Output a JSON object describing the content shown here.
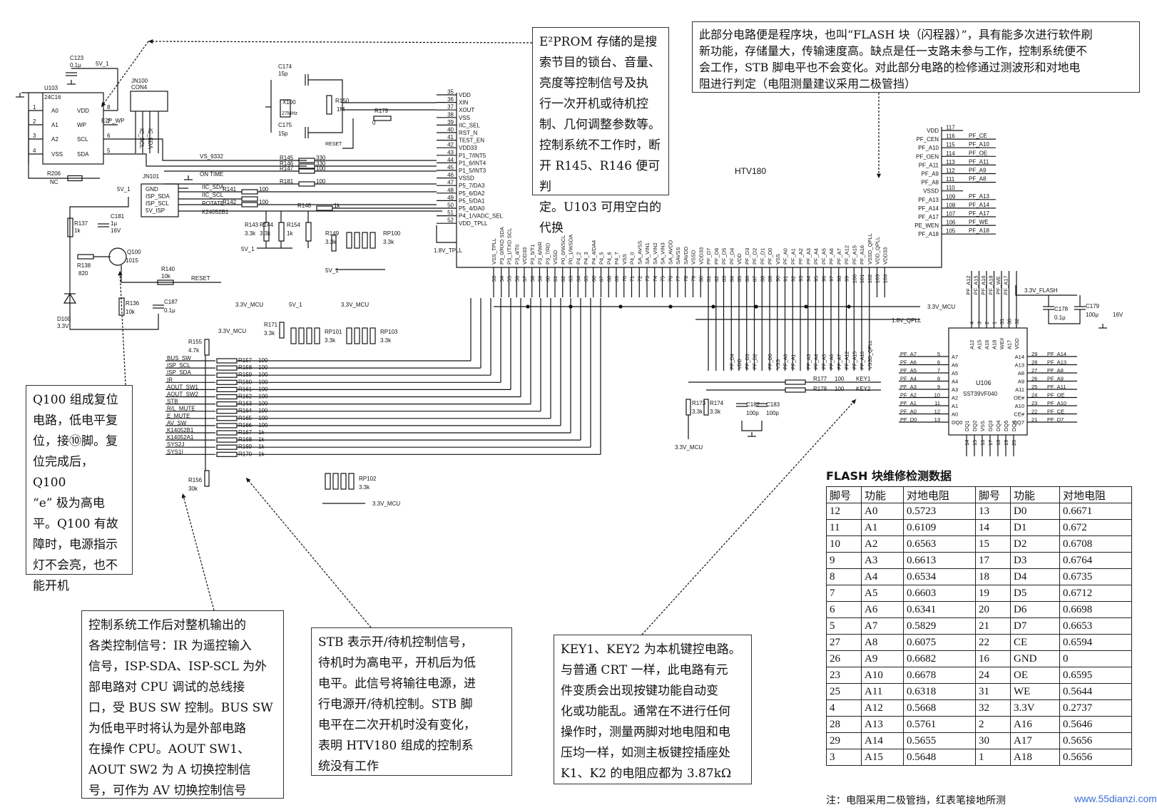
{
  "chip_title": "HTV180",
  "components": {
    "u103": {
      "ref": "U103",
      "part": "24C16",
      "pins": [
        "A0",
        "A1",
        "A2",
        "VSS",
        "VDD",
        "WP",
        "SCL",
        "SDA"
      ],
      "pin_numbers": [
        "1",
        "2",
        "3",
        "4",
        "8",
        "7",
        "6",
        "5"
      ]
    },
    "c123": {
      "ref": "C123",
      "value": "0.1μ"
    },
    "v5_1": "5V_1",
    "e2p_wp": "E2P_WP",
    "jn100": {
      "ref": "JN100",
      "part": "CON4",
      "labels": [
        "IC_SCL",
        "IC_SDA"
      ]
    },
    "jn101": {
      "ref": "JN101",
      "labels": [
        "GND",
        "ISP_SDA",
        "ISP_SCL",
        "5V_ISP"
      ]
    },
    "r206": {
      "ref": "R206",
      "value": "NC"
    },
    "x100": {
      "ref": "X100",
      "value": "27MHz"
    },
    "c174": {
      "ref": "C174",
      "value": "15p"
    },
    "c175": {
      "ref": "C175",
      "value": "15p"
    },
    "r150": {
      "ref": "R150",
      "value": "1M"
    },
    "r179": {
      "ref": "R179",
      "value": "0"
    },
    "reset": "RESET",
    "left_nets": [
      "VS_9332",
      "ON TIME",
      "IIC_SDA",
      "IIC_SCL",
      "ROTATE",
      "K24052B1"
    ],
    "left_resistors": [
      {
        "ref": "R145",
        "value": "330"
      },
      {
        "ref": "R146",
        "value": "330"
      },
      {
        "ref": "R147",
        "value": "100"
      },
      {
        "ref": "R181",
        "value": "100"
      },
      {
        "ref": "R141",
        "value": "100"
      },
      {
        "ref": "R142",
        "value": "100"
      },
      {
        "ref": "R148",
        "value": "1k"
      }
    ],
    "r143": {
      "ref": "R143",
      "value": "3.3k"
    },
    "r144": {
      "ref": "R144",
      "value": "3.3k"
    },
    "r154": {
      "ref": "R154",
      "value": "1k"
    },
    "r149": {
      "ref": "R149",
      "value": "3.3k"
    },
    "rp100": {
      "ref": "RP100",
      "value": "3.3k"
    },
    "q100": {
      "ref": "Q100",
      "part": "1015"
    },
    "r137": {
      "ref": "R137",
      "value": "1k"
    },
    "c181": {
      "ref": "C181",
      "value": "1μ",
      "voltage": "16V"
    },
    "r138": {
      "ref": "R138",
      "value": "820"
    },
    "d100": {
      "ref": "D100",
      "value": "3.3V"
    },
    "r140": {
      "ref": "R140",
      "value": "10k"
    },
    "r136": {
      "ref": "R136",
      "value": "10k"
    },
    "c187": {
      "ref": "C187",
      "value": "0.1μ"
    },
    "rail_33": "3.3V_MCU",
    "rail_18": "1.8V_TPLL",
    "rail_18q": "1.8V_QPLL",
    "r171": {
      "ref": "R171",
      "value": "3.3k"
    },
    "rp101": {
      "ref": "RP101",
      "value": "3.3k"
    },
    "rp103": {
      "ref": "RP103",
      "value": "3.3k"
    },
    "r155": {
      "ref": "R155",
      "value": "4.7k"
    },
    "r156": {
      "ref": "R156",
      "value": "30k"
    },
    "bus_nets": [
      "BUS_SW",
      "ISP_SCL",
      "ISP_SDA",
      "IR",
      "AOUT_SW1",
      "AOUT_SW2",
      "STB",
      "R/L_MUTE",
      "E_MUTE",
      "AV_SW",
      "K14052B1",
      "K14052A1",
      "SYS2J",
      "SYS1I"
    ],
    "bus_resistors": [
      {
        "ref": "R157",
        "value": "100"
      },
      {
        "ref": "R158",
        "value": "100"
      },
      {
        "ref": "R159",
        "value": "100"
      },
      {
        "ref": "R160",
        "value": "100"
      },
      {
        "ref": "R161",
        "value": "100"
      },
      {
        "ref": "R162",
        "value": "100"
      },
      {
        "ref": "R163",
        "value": "100"
      },
      {
        "ref": "R164",
        "value": "100"
      },
      {
        "ref": "R165",
        "value": "100"
      },
      {
        "ref": "R166",
        "value": "100"
      },
      {
        "ref": "R167",
        "value": "1k"
      },
      {
        "ref": "R168",
        "value": "1k"
      },
      {
        "ref": "R169",
        "value": "1k"
      },
      {
        "ref": "R170",
        "value": "1k"
      }
    ],
    "rp102": {
      "ref": "RP102",
      "value": "3.3k"
    },
    "r177": {
      "ref": "R177",
      "value": "100",
      "net": "KEY1"
    },
    "r178": {
      "ref": "R178",
      "value": "100",
      "net": "KEY2"
    },
    "r173": {
      "ref": "R173",
      "value": "3.3k"
    },
    "r174": {
      "ref": "R174",
      "value": "3.3k"
    },
    "c182": {
      "ref": "C182",
      "value": "100p"
    },
    "c183": {
      "ref": "C183",
      "value": "100p"
    },
    "u106": {
      "ref": "U106",
      "part": "SST39VF040"
    },
    "c178": {
      "ref": "C178",
      "value": "0.1μ"
    },
    "c179": {
      "ref": "C179",
      "value": "100μ",
      "voltage": "16V"
    },
    "rail_flash": "3.3V_FLASH"
  },
  "htv_left_pins": [
    {
      "num": "35",
      "name": "VDD"
    },
    {
      "num": "36",
      "name": "XIN"
    },
    {
      "num": "37",
      "name": "XOUT"
    },
    {
      "num": "38",
      "name": "VSS"
    },
    {
      "num": "39",
      "name": "IIC_SEL"
    },
    {
      "num": "40",
      "name": "RST_N"
    },
    {
      "num": "41",
      "name": "TEST_EN"
    },
    {
      "num": "42",
      "name": "VDD33"
    },
    {
      "num": "43",
      "name": "P1_7/INT5"
    },
    {
      "num": "44",
      "name": "P1_6/INT4"
    },
    {
      "num": "45",
      "name": "P1_5/INT3"
    },
    {
      "num": "46",
      "name": "VSSD"
    },
    {
      "num": "47",
      "name": "P5_7/DA3"
    },
    {
      "num": "48",
      "name": "P5_6/DA2"
    },
    {
      "num": "49",
      "name": "P5_5/DA1"
    },
    {
      "num": "50",
      "name": "P5_4/DA0"
    },
    {
      "num": "51",
      "name": "P4_1/VADC_SEL"
    },
    {
      "num": "52",
      "name": "VDD_TPLL"
    }
  ],
  "htv_bottom_pins": [
    {
      "num": "53",
      "name": "VSS_TPLL"
    },
    {
      "num": "54",
      "name": "P3_0/RXD SDA"
    },
    {
      "num": "55",
      "name": "P3_1/TXD SCL"
    },
    {
      "num": "56",
      "name": "P3_4/T0"
    },
    {
      "num": "57",
      "name": "VDD33"
    },
    {
      "num": "58",
      "name": "P3_5/T1"
    },
    {
      "num": "59",
      "name": "P3_6/WR"
    },
    {
      "num": "60",
      "name": "P3_7/RD"
    },
    {
      "num": "61",
      "name": "VSSD"
    },
    {
      "num": "62",
      "name": "P0_0/WSCL"
    },
    {
      "num": "63",
      "name": "P0_1/WSDA"
    },
    {
      "num": "64",
      "name": "P4_2"
    },
    {
      "num": "65",
      "name": "P4_3"
    },
    {
      "num": "66",
      "name": "P4_4/DA4"
    },
    {
      "num": "67",
      "name": "P4_5"
    },
    {
      "num": "68",
      "name": "P4_6"
    },
    {
      "num": "69",
      "name": "P4_7"
    },
    {
      "num": "70",
      "name": "VSS"
    },
    {
      "num": "71",
      "name": "P4_0"
    },
    {
      "num": "72",
      "name": "SA_AVSS"
    },
    {
      "num": "73",
      "name": "SA_VIN1"
    },
    {
      "num": "74",
      "name": "SA_VIN2"
    },
    {
      "num": "75",
      "name": "SA_VIN3"
    },
    {
      "num": "76",
      "name": "SA_AVDD"
    },
    {
      "num": "77",
      "name": "SAVSS"
    },
    {
      "num": "78",
      "name": "SAVDD"
    },
    {
      "num": "79",
      "name": "VSSD"
    },
    {
      "num": "80",
      "name": "VDD33"
    },
    {
      "num": "81",
      "name": "PF_D7"
    },
    {
      "num": "82",
      "name": "PF_D6"
    },
    {
      "num": "83",
      "name": "PF_D5"
    },
    {
      "num": "84",
      "name": "PF_D4"
    },
    {
      "num": "85",
      "name": "VDD"
    },
    {
      "num": "86",
      "name": "PF_D3"
    },
    {
      "num": "87",
      "name": "PF_D2"
    },
    {
      "num": "88",
      "name": "PF_D1"
    },
    {
      "num": "89",
      "name": "PF_D0"
    },
    {
      "num": "90",
      "name": "VSS"
    },
    {
      "num": "91",
      "name": "PF_A0"
    },
    {
      "num": "92",
      "name": "PF_A1"
    },
    {
      "num": "93",
      "name": "PF_A2"
    },
    {
      "num": "94",
      "name": "PF_A3"
    },
    {
      "num": "95",
      "name": "PF_A4"
    },
    {
      "num": "96",
      "name": "PF_A5"
    },
    {
      "num": "97",
      "name": "PF_A6"
    },
    {
      "num": "98",
      "name": "PF_A7"
    },
    {
      "num": "99",
      "name": "PF_A12"
    },
    {
      "num": "100",
      "name": "PF_A15"
    },
    {
      "num": "101",
      "name": "PF_A16"
    },
    {
      "num": "102",
      "name": "VSSD_QPLL"
    },
    {
      "num": "103",
      "name": "VDD_QPLL"
    },
    {
      "num": "104",
      "name": "VDD33"
    }
  ],
  "htv_right_pins": [
    {
      "num": "117",
      "name": "VDD",
      "net": ""
    },
    {
      "num": "116",
      "name": "PF_CEN",
      "net": "PF_CE"
    },
    {
      "num": "115",
      "name": "PF_A10",
      "net": "PF_A10"
    },
    {
      "num": "114",
      "name": "PF_OEN",
      "net": "PF_OE"
    },
    {
      "num": "113",
      "name": "PF_A11",
      "net": "PF_A11"
    },
    {
      "num": "112",
      "name": "PF_A9",
      "net": "PF_A9"
    },
    {
      "num": "111",
      "name": "PF_A8",
      "net": "PF_A8"
    },
    {
      "num": "110",
      "name": "VSSD",
      "net": ""
    },
    {
      "num": "109",
      "name": "PF_A13",
      "net": "PF_A13"
    },
    {
      "num": "108",
      "name": "PF_A14",
      "net": "PF_A14"
    },
    {
      "num": "107",
      "name": "PF_A17",
      "net": "PF_A17"
    },
    {
      "num": "106",
      "name": "PE_WEN",
      "net": "PF_WE"
    },
    {
      "num": "105",
      "name": "PF_A18",
      "net": "PF_A18"
    }
  ],
  "u106_left": [
    {
      "net": "PF_A7",
      "num": "5",
      "pin": "A7"
    },
    {
      "net": "PF_A6",
      "num": "6",
      "pin": "A6"
    },
    {
      "net": "PF_A5",
      "num": "7",
      "pin": "A5"
    },
    {
      "net": "PF_A4",
      "num": "8",
      "pin": "A4"
    },
    {
      "net": "PF_A3",
      "num": "9",
      "pin": "A3"
    },
    {
      "net": "PF_A2",
      "num": "10",
      "pin": "A2"
    },
    {
      "net": "PF_A1",
      "num": "11",
      "pin": "A1"
    },
    {
      "net": "PF_A0",
      "num": "12",
      "pin": "A0"
    },
    {
      "net": "PF_D0",
      "num": "13",
      "pin": "DQ0"
    }
  ],
  "u106_right": [
    {
      "pin": "A14",
      "num": "29",
      "net": "PF_A14"
    },
    {
      "pin": "A13",
      "num": "28",
      "net": "PF_A13"
    },
    {
      "pin": "A8",
      "num": "27",
      "net": "PF_A8"
    },
    {
      "pin": "A9",
      "num": "26",
      "net": "PF_A9"
    },
    {
      "pin": "A11",
      "num": "25",
      "net": "PF_A11"
    },
    {
      "pin": "OE#",
      "num": "24",
      "net": "PF_OE"
    },
    {
      "pin": "A10",
      "num": "23",
      "net": "PF_A10"
    },
    {
      "pin": "CE#",
      "num": "22",
      "net": "PF_CE"
    },
    {
      "pin": "DQ7",
      "num": "21",
      "net": "PF_D7"
    }
  ],
  "u106_top": [
    {
      "net": "PF_A12",
      "num": "4",
      "pin": "A12"
    },
    {
      "net": "PF_A15",
      "num": "3",
      "pin": "A15"
    },
    {
      "net": "PF_A16",
      "num": "2",
      "pin": "A16"
    },
    {
      "net": "PF_A18",
      "num": "1",
      "pin": "A18"
    },
    {
      "net": "PF_WE",
      "num": "31",
      "pin": "WE#"
    },
    {
      "net": "PF_A17",
      "num": "30",
      "pin": "A17"
    },
    {
      "net": "",
      "num": "32",
      "pin": "VDD"
    }
  ],
  "u106_bottom": [
    {
      "pin": "DQ1",
      "num": "14"
    },
    {
      "pin": "DQ2",
      "num": "15"
    },
    {
      "pin": "VSS",
      "num": "16"
    },
    {
      "pin": "DQ3",
      "num": "17"
    },
    {
      "pin": "DQ4",
      "num": "18"
    },
    {
      "pin": "DQ5",
      "num": "19"
    },
    {
      "pin": "DQ6",
      "num": "20"
    }
  ],
  "notes": {
    "eeprom": [
      "E²PROM 存储的是搜",
      "索节目的锁台、音量、",
      "亮度等控制信号及执",
      "行一次开机或待机控",
      "制、几何调整参数等。",
      "控制系统不工作时，断",
      "开 R145、R146 便可判",
      "定。U103 可用空白的",
      "代换"
    ],
    "flash": [
      "此部分电路便是程序块，也叫“FLASH 块（闪程器）”，具有能多次进行软件刷",
      "新功能，存储量大，传输速度高。缺点是任一支路未参与工作，控制系统便不",
      "会工作，STB 脚电平也不会变化。对此部分电路的检修通过测波形和对地电",
      "阻进行判定（电阻测量建议采用二极管挡）"
    ],
    "q100": [
      "Q100 组成复位",
      "电路，低电平复",
      "位，接⑩脚。复",
      "位完成后，Q100",
      "“e” 极为高电",
      "平。Q100 有故",
      "障时，电源指示",
      "灯不会亮，也不",
      "能开机"
    ],
    "control": [
      "控制系统工作后对整机输出的",
      "各类控制信号：IR 为遥控输入",
      "信号，ISP-SDA、ISP-SCL 为外",
      "部电路对 CPU 调试的总线接",
      "口，受 BUS SW 控制。BUS SW",
      "为低电平时将认为是外部电路",
      "在操作 CPU。AOUT SW1、",
      "AOUT SW2 为 A 切换控制信",
      "号，可作为 AV 切换控制信号"
    ],
    "stb": [
      "STB 表示开/待机控制信号，",
      "待机时为高电平，开机后为低",
      "电平。此信号将输往电源，进",
      "行电源开/待机控制。STB 脚",
      "电平在二次开机时没有变化，",
      "表明 HTV180 组成的控制系",
      "统没有工作"
    ],
    "key": [
      "KEY1、KEY2 为本机键控电路。",
      "与普通 CRT 一样，此电路有元",
      "件变质会出现按键功能自动变",
      "化或功能乱。通常在不进行任何",
      "操作时，测量两脚对地电阻和电",
      "压均一样，如测主板键控插座处",
      "K1、K2 的电阻应都为 3.87kΩ"
    ]
  },
  "table": {
    "title": "FLASH 块维修检测数据",
    "headers": [
      "脚号",
      "功能",
      "对地电阻",
      "脚号",
      "功能",
      "对地电阻"
    ],
    "rows": [
      [
        "12",
        "A0",
        "0.5723",
        "13",
        "D0",
        "0.6671"
      ],
      [
        "11",
        "A1",
        "0.6109",
        "14",
        "D1",
        "0.672"
      ],
      [
        "10",
        "A2",
        "0.6563",
        "15",
        "D2",
        "0.6708"
      ],
      [
        "9",
        "A3",
        "0.6613",
        "17",
        "D3",
        "0.6764"
      ],
      [
        "8",
        "A4",
        "0.6534",
        "18",
        "D4",
        "0.6735"
      ],
      [
        "7",
        "A5",
        "0.6603",
        "19",
        "D5",
        "0.6712"
      ],
      [
        "6",
        "A6",
        "0.6341",
        "20",
        "D6",
        "0.6698"
      ],
      [
        "5",
        "A7",
        "0.5829",
        "21",
        "D7",
        "0.6653"
      ],
      [
        "27",
        "A8",
        "0.6075",
        "22",
        "CE",
        "0.6594"
      ],
      [
        "26",
        "A9",
        "0.6682",
        "16",
        "GND",
        "0"
      ],
      [
        "23",
        "A10",
        "0.6678",
        "24",
        "OE",
        "0.6595"
      ],
      [
        "25",
        "A11",
        "0.6318",
        "31",
        "WE",
        "0.5644"
      ],
      [
        "4",
        "A12",
        "0.5668",
        "32",
        "3.3V",
        "0.2737"
      ],
      [
        "28",
        "A13",
        "0.5761",
        "2",
        "A16",
        "0.5646"
      ],
      [
        "29",
        "A14",
        "0.5655",
        "30",
        "A17",
        "0.5656"
      ],
      [
        "3",
        "A15",
        "0.5648",
        "1",
        "A18",
        "0.5656"
      ]
    ],
    "footnote": "注：电阻采用二极管挡，红表笔接地所测"
  },
  "watermark": "www.55dianzi.com"
}
